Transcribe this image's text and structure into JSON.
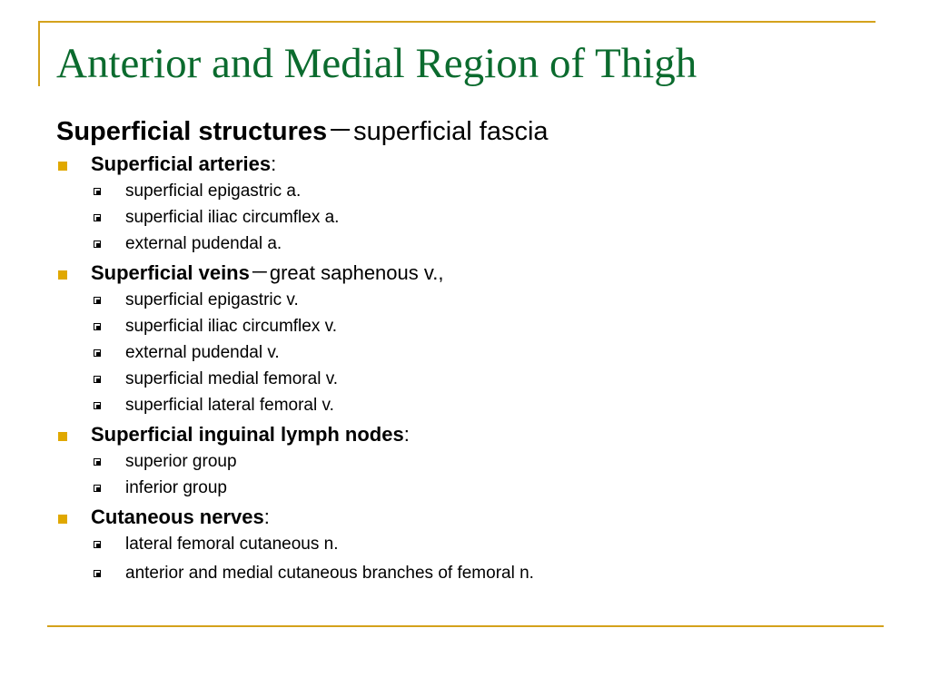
{
  "title": "Anterior and Medial Region of Thigh",
  "colors": {
    "title": "#0B6B2E",
    "accent_rule": "#D4A21C",
    "bullet": "#E0A800"
  },
  "heading": {
    "strong": "Superficial structures",
    "rest": "－superficial fascia"
  },
  "sections": [
    {
      "label": "Superficial arteries",
      "suffix": ":",
      "items": [
        "superficial epigastric a.",
        "superficial iliac circumflex a.",
        "external pudendal a."
      ]
    },
    {
      "label": "Superficial veins",
      "suffix": "－great saphenous v.,",
      "items": [
        "superficial epigastric v.",
        "superficial iliac circumflex v.",
        "external pudendal v.",
        "superficial medial femoral v.",
        "superficial lateral femoral v."
      ]
    },
    {
      "label": "Superficial inguinal lymph nodes",
      "suffix": ":",
      "items": [
        "superior group",
        "inferior group"
      ]
    },
    {
      "label": "Cutaneous nerves",
      "suffix": ":",
      "items": [
        "lateral femoral cutaneous n.",
        "anterior and medial cutaneous branches of femoral n."
      ]
    }
  ]
}
